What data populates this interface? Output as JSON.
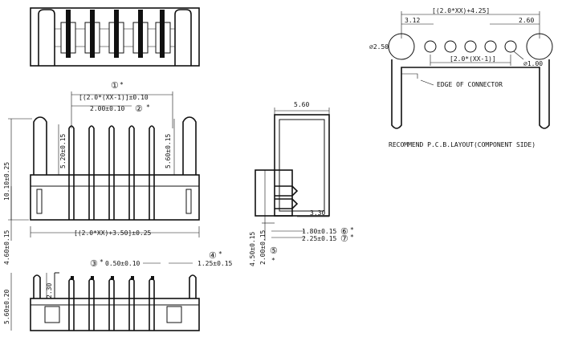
{
  "front_view": {
    "pitch_note": "[(2.0*(XX-1)]±0.10",
    "pitch_marker": "①",
    "pitch_star": "*",
    "pin_spacing": "2.00±0.10",
    "pin_spacing_marker": "②",
    "pin_spacing_star": "*",
    "left_height": "5.20±0.15",
    "right_height": "5.60±0.15",
    "total_height": "10.10±0.25",
    "base_height": "4.60±0.15",
    "overall_width": "[(2.0*XX)+3.50]±0.25"
  },
  "bottom_view": {
    "pin_width": "0.50±0.10",
    "pin_width_marker": "③",
    "pin_width_star": "*",
    "tab_width": "1.25±0.15",
    "tab_marker": "④",
    "tab_star": "*",
    "depth": "5.60±0.20",
    "tab_depth": "2.30"
  },
  "side_view": {
    "top_width": "5.60",
    "latch_depth": "3.30",
    "pin_offset_1": "1.80±0.15",
    "pin_offset_1_marker": "⑥",
    "pin_offset_1_star": "*",
    "pin_offset_2": "2.25±0.15",
    "pin_offset_2_marker": "⑦",
    "pin_offset_2_star": "*",
    "height_1": "4.50±0.15",
    "height_2": "2.00±0.15",
    "height_2_marker": "⑤",
    "height_2_star": "*"
  },
  "pcb_layout": {
    "overall_pitch": "[(2.0*XX)+4.25]",
    "left_offset": "3.12",
    "right_offset": "2.60",
    "large_hole_dia": "∅2.50",
    "small_hole_dia": "∅1.00",
    "hole_pitch": "[2.0*(XX-1)]",
    "edge_label": "EDGE OF CONNECTOR",
    "caption": "RECOMMEND P.C.B.LAYOUT(COMPONENT SIDE)"
  }
}
